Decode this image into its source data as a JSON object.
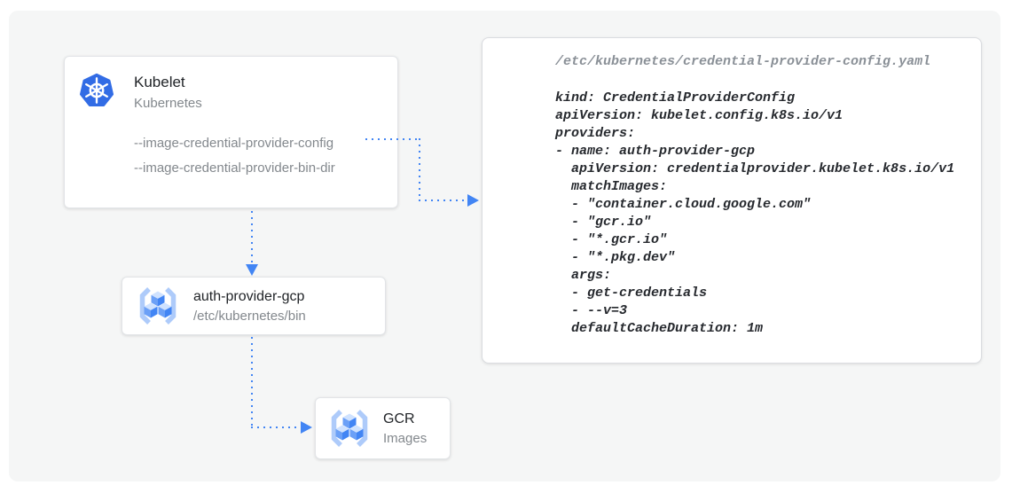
{
  "kubelet_card": {
    "title": "Kubelet",
    "subtitle": "Kubernetes",
    "flags": [
      "--image-credential-provider-config",
      "--image-credential-provider-bin-dir"
    ]
  },
  "auth_provider_card": {
    "title": "auth-provider-gcp",
    "subtitle": "/etc/kubernetes/bin"
  },
  "gcr_card": {
    "title": "GCR",
    "subtitle": "Images"
  },
  "code_panel": {
    "filename": "/etc/kubernetes/credential-provider-config.yaml",
    "code_lines": [
      "kind: CredentialProviderConfig",
      "apiVersion: kubelet.config.k8s.io/v1",
      "providers:",
      "- name: auth-provider-gcp",
      "  apiVersion: credentialprovider.kubelet.k8s.io/v1",
      "  matchImages:",
      "  - \"container.cloud.google.com\"",
      "  - \"gcr.io\"",
      "  - \"*.gcr.io\"",
      "  - \"*.pkg.dev\"",
      "  args:",
      "  - get-credentials",
      "  - --v=3",
      "  defaultCacheDuration: 1m"
    ]
  },
  "colors": {
    "connector_blue": "#4285f4",
    "kubernetes_blue": "#326ce5",
    "canvas_background": "#f5f6f6",
    "card_background": "#ffffff",
    "title_text": "#212428",
    "muted_text": "#83888d",
    "code_text": "#26292e"
  }
}
